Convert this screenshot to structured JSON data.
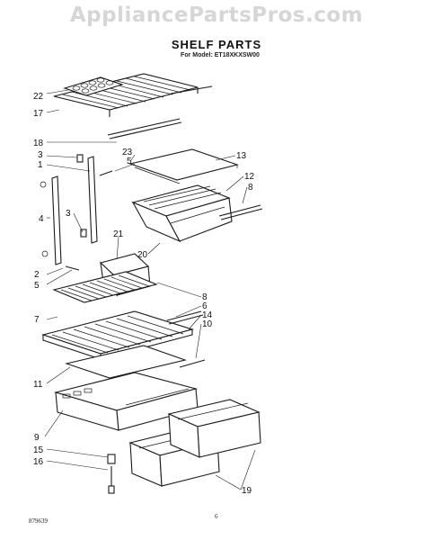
{
  "watermark": "AppliancePartsPros.com",
  "title": "SHELF PARTS",
  "model_line": "For Model: ET18XKXSW00",
  "footer": {
    "left_code": "879639",
    "page_number": "6"
  },
  "callouts": [
    "22",
    "17",
    "18",
    "23",
    "5",
    "3",
    "1",
    "13",
    "12",
    "8",
    "4",
    "3",
    "21",
    "20",
    "2",
    "5",
    "8",
    "6",
    "14",
    "7",
    "10",
    "11",
    "9",
    "15",
    "16",
    "19"
  ]
}
